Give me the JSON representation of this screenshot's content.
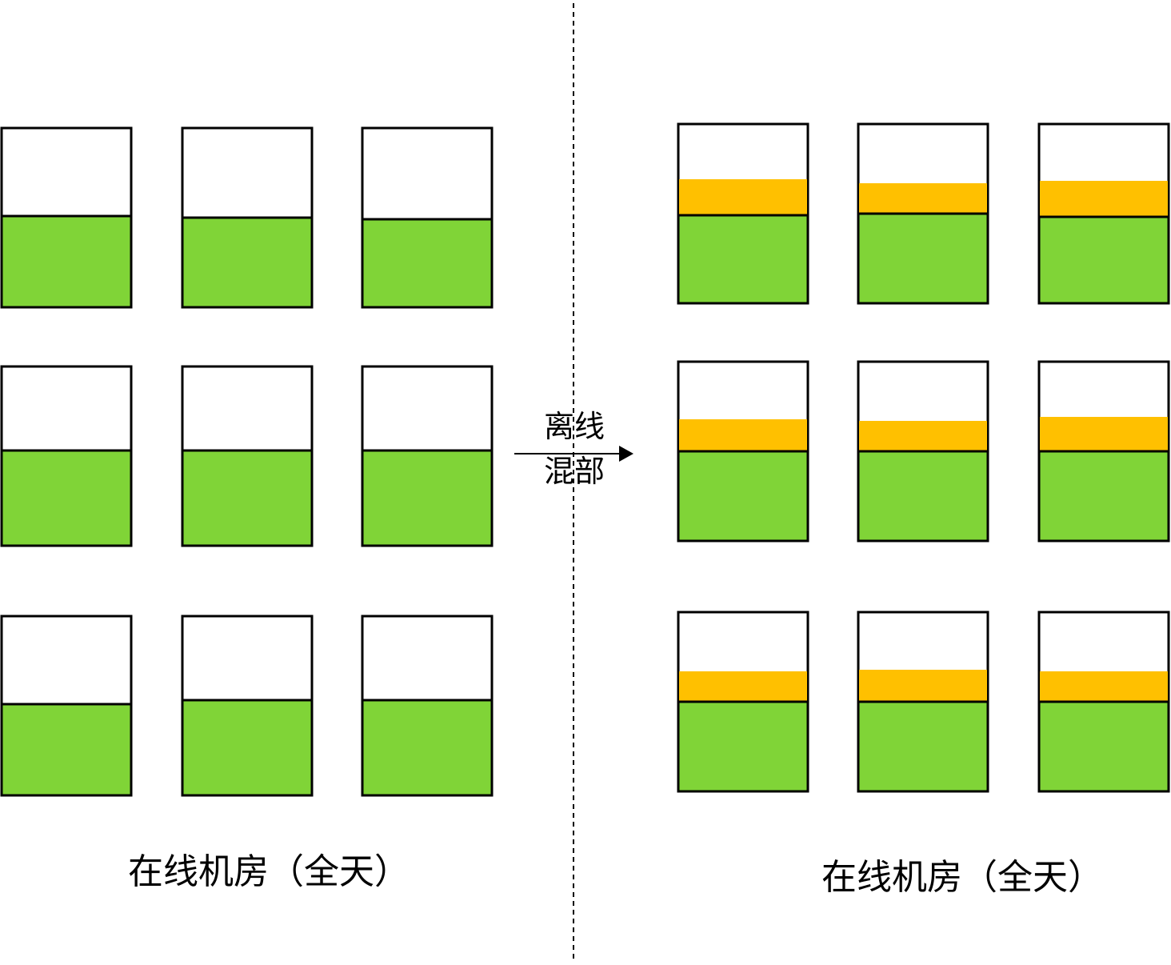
{
  "colors": {
    "online": "#80d437",
    "offline": "#ffc000",
    "border": "#000000",
    "divider": "#000000"
  },
  "left_panel": {
    "caption": "在线机房（全天）",
    "servers": [
      {
        "online_load": 0.51
      },
      {
        "online_load": 0.5
      },
      {
        "online_load": 0.49
      },
      {
        "online_load": 0.53
      },
      {
        "online_load": 0.53
      },
      {
        "online_load": 0.53
      },
      {
        "online_load": 0.51
      },
      {
        "online_load": 0.53
      },
      {
        "online_load": 0.53
      }
    ]
  },
  "arrow": {
    "label_top": "离线",
    "label_bottom": "混部"
  },
  "right_panel": {
    "caption": "在线机房（全天）",
    "servers": [
      {
        "online_load": 0.49,
        "offline_load": 0.2
      },
      {
        "online_load": 0.5,
        "offline_load": 0.17
      },
      {
        "online_load": 0.48,
        "offline_load": 0.2
      },
      {
        "online_load": 0.5,
        "offline_load": 0.18
      },
      {
        "online_load": 0.5,
        "offline_load": 0.17
      },
      {
        "online_load": 0.5,
        "offline_load": 0.19
      },
      {
        "online_load": 0.5,
        "offline_load": 0.17
      },
      {
        "online_load": 0.5,
        "offline_load": 0.18
      },
      {
        "online_load": 0.5,
        "offline_load": 0.17
      }
    ]
  }
}
